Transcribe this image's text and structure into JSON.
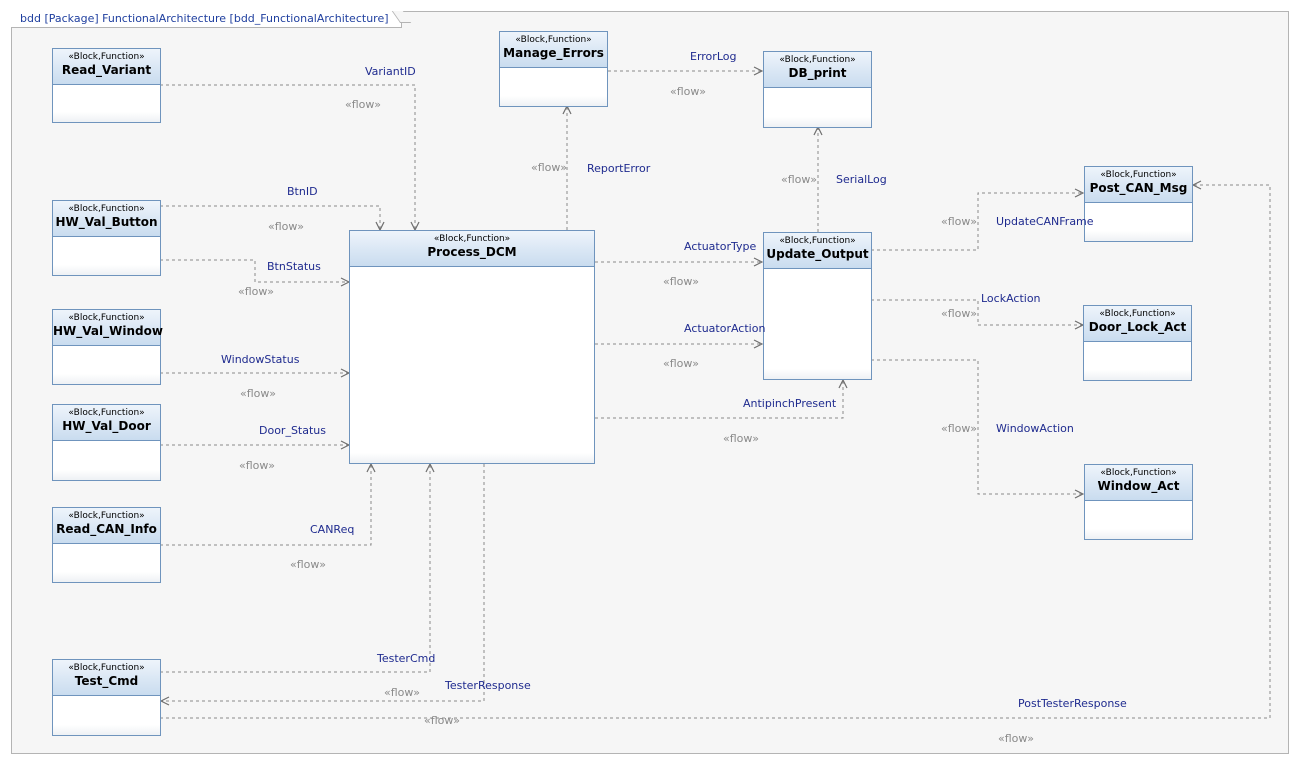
{
  "diagram": {
    "title": "bdd [Package] FunctionalArchitecture [bdd_FunctionalArchitecture]",
    "stereotype": "«Block,Function»",
    "flow_keyword": "«flow»",
    "colors": {
      "block_border": "#6f94bd",
      "header_top": "#eef4fb",
      "header_bottom": "#c9dcef",
      "connector": "#8a8a8a",
      "label": "#1f2b8f"
    }
  },
  "blocks": {
    "read_variant": "Read_Variant",
    "hw_val_button": "HW_Val_Button",
    "hw_val_window": "HW_Val_Window",
    "hw_val_door": "HW_Val_Door",
    "read_can_info": "Read_CAN_Info",
    "test_cmd": "Test_Cmd",
    "process_dcm": "Process_DCM",
    "manage_errors": "Manage_Errors",
    "db_print": "DB_print",
    "update_output": "Update_Output",
    "post_can_msg": "Post_CAN_Msg",
    "door_lock_act": "Door_Lock_Act",
    "window_act": "Window_Act"
  },
  "flows": {
    "variant_id": "VariantID",
    "btn_id": "BtnID",
    "btn_status": "BtnStatus",
    "window_status": "WindowStatus",
    "door_status": "Door_Status",
    "can_req": "CANReq",
    "tester_cmd": "TesterCmd",
    "tester_response": "TesterResponse",
    "post_tester_response": "PostTesterResponse",
    "report_error": "ReportError",
    "error_log": "ErrorLog",
    "serial_log": "SerialLog",
    "actuator_type": "ActuatorType",
    "actuator_action": "ActuatorAction",
    "antipinch_present": "AntipinchPresent",
    "update_can_frame": "UpdateCANFrame",
    "lock_action": "LockAction",
    "window_action": "WindowAction"
  }
}
